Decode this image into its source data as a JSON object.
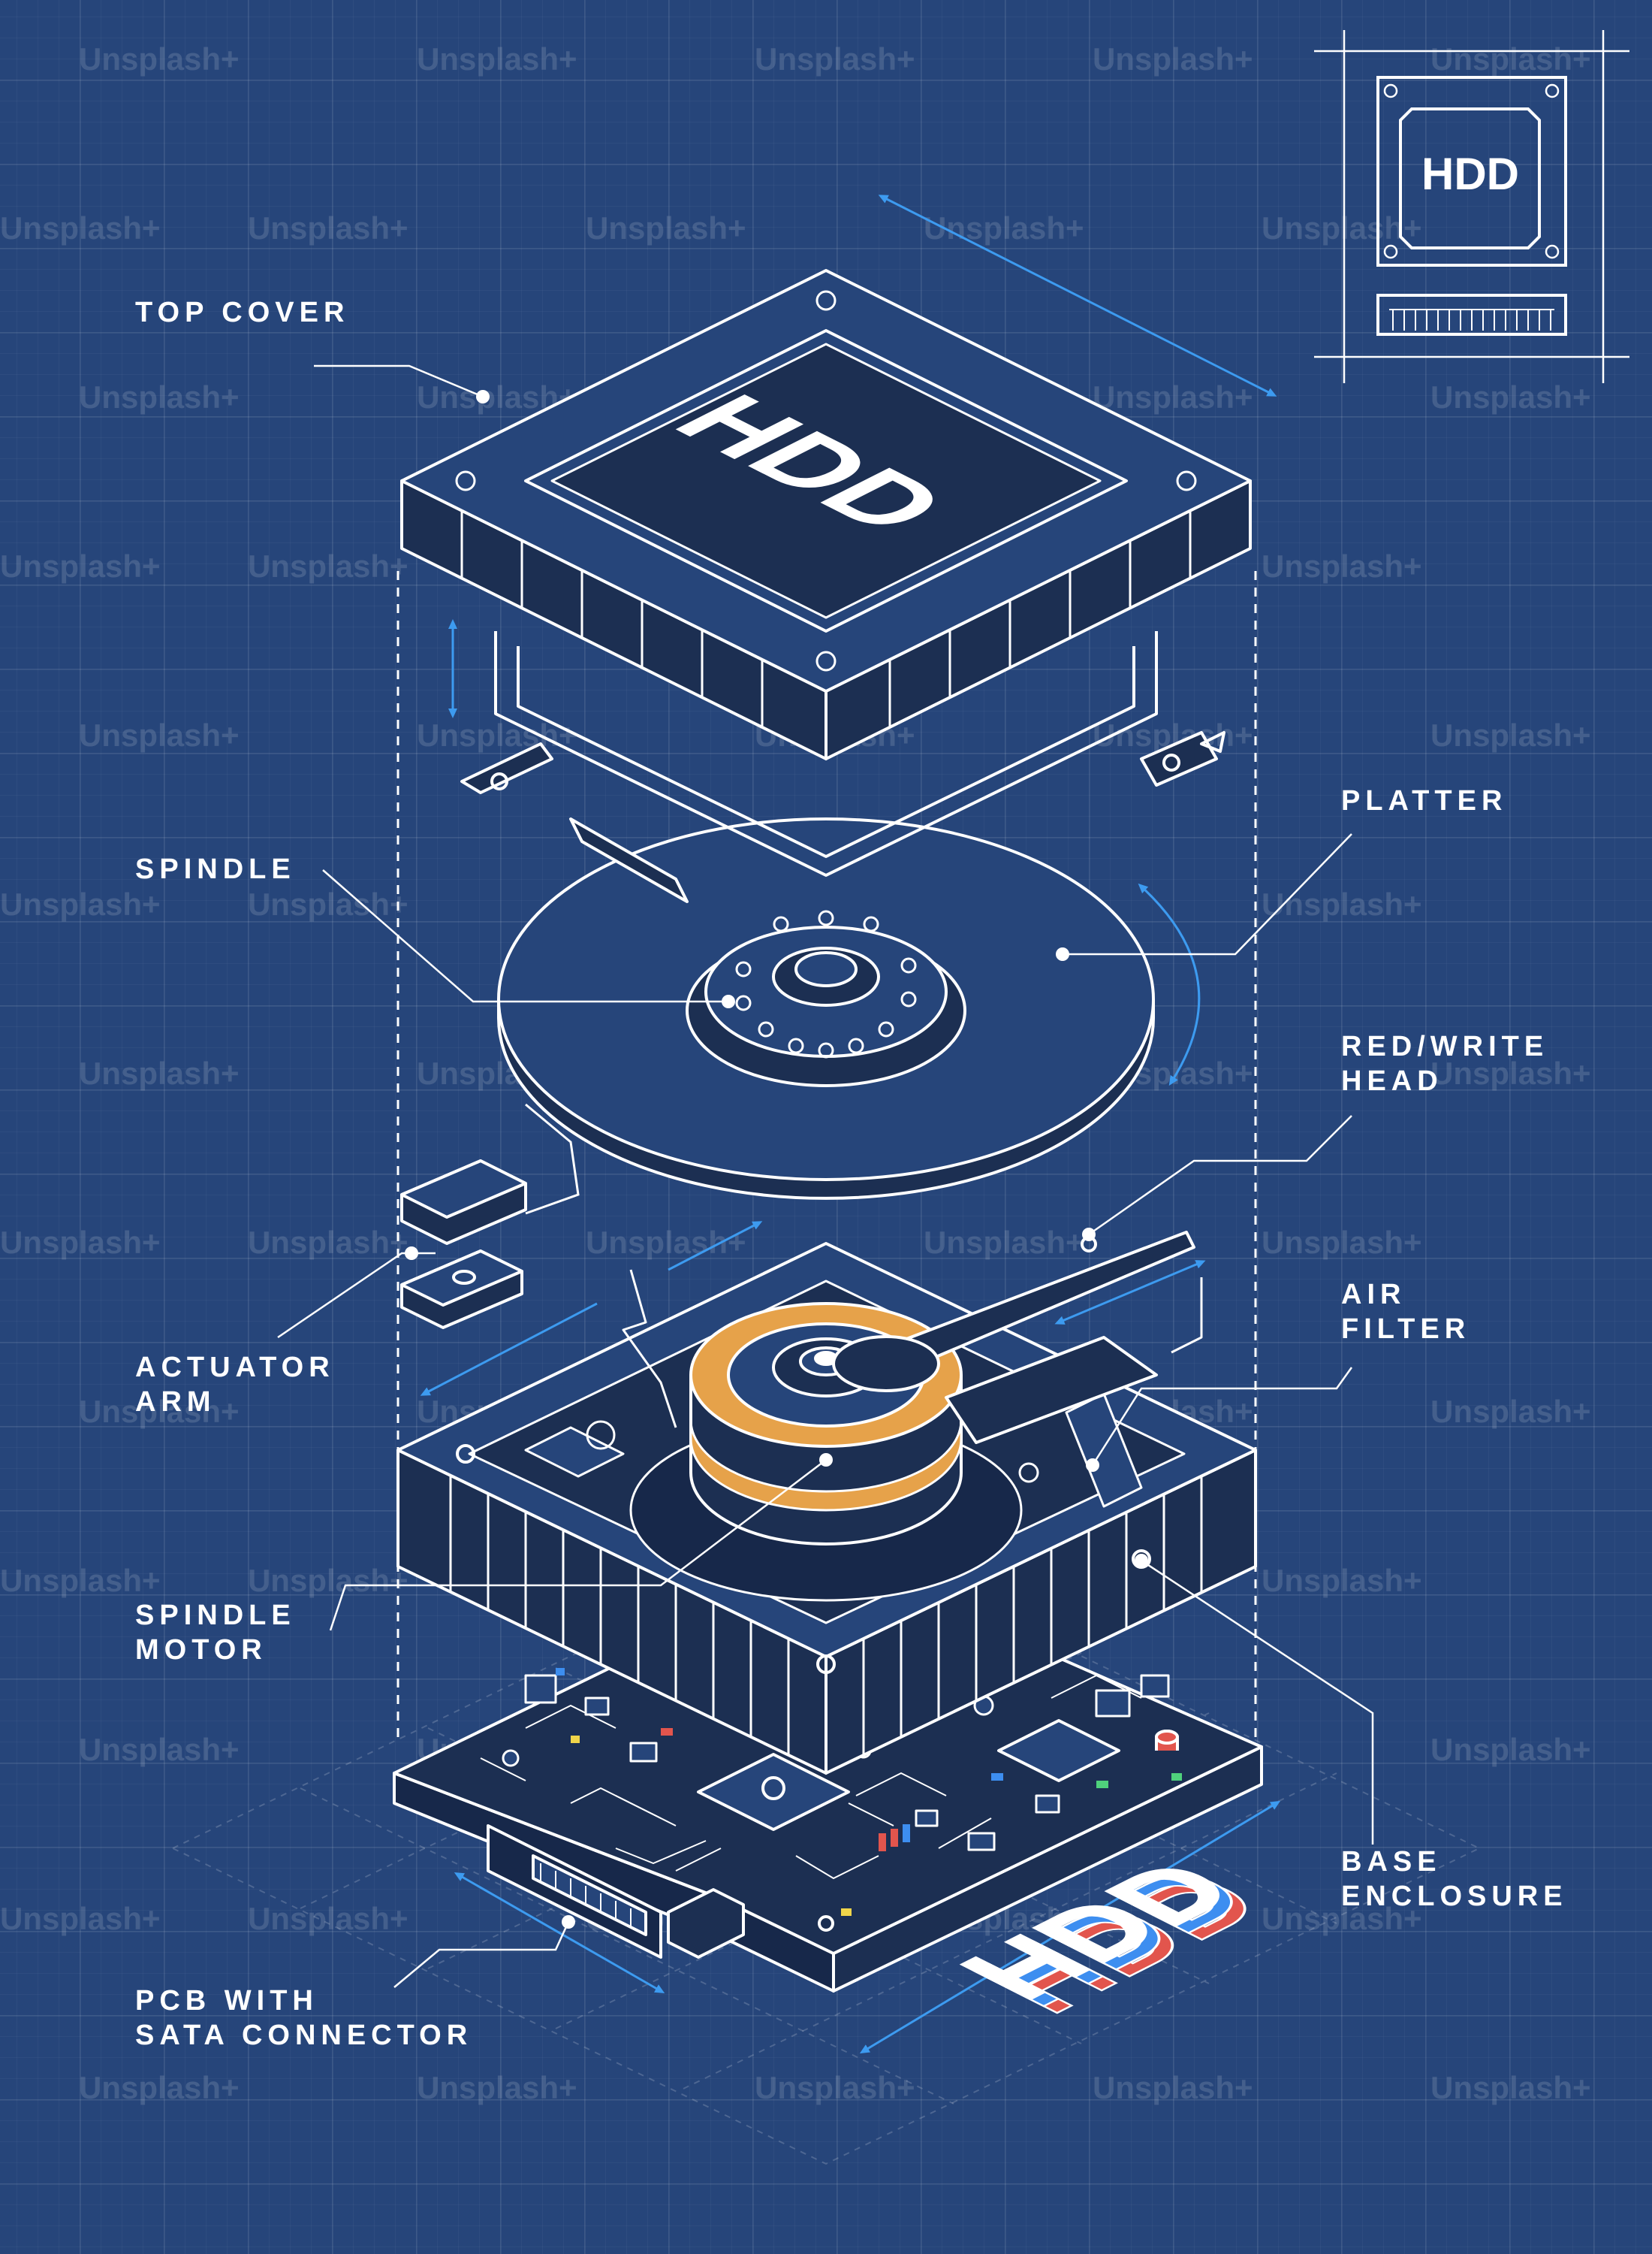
{
  "labels": {
    "top_cover": "TOP COVER",
    "platter": "PLATTER",
    "spindle": "SPINDLE",
    "read_write_head": "RED/WRITE\nHEAD",
    "actuator_arm": "ACTUATOR\nARM",
    "air_filter": "AIR\nFILTER",
    "spindle_motor": "SPINDLE\nMOTOR",
    "base_enclosure": "BASE\nENCLOSURE",
    "pcb": "PCB WITH\nSATA CONNECTOR"
  },
  "badge_text": "HDD",
  "watermark_text": "Unsplash+",
  "colors": {
    "background": "#26457a",
    "line": "#ffffff",
    "dark_fill": "#1c2f52",
    "accent_arrow": "#3d9bf0",
    "copper": "#e6a24a",
    "logo_red": "#e2554d",
    "logo_blue": "#3d8ef0"
  }
}
